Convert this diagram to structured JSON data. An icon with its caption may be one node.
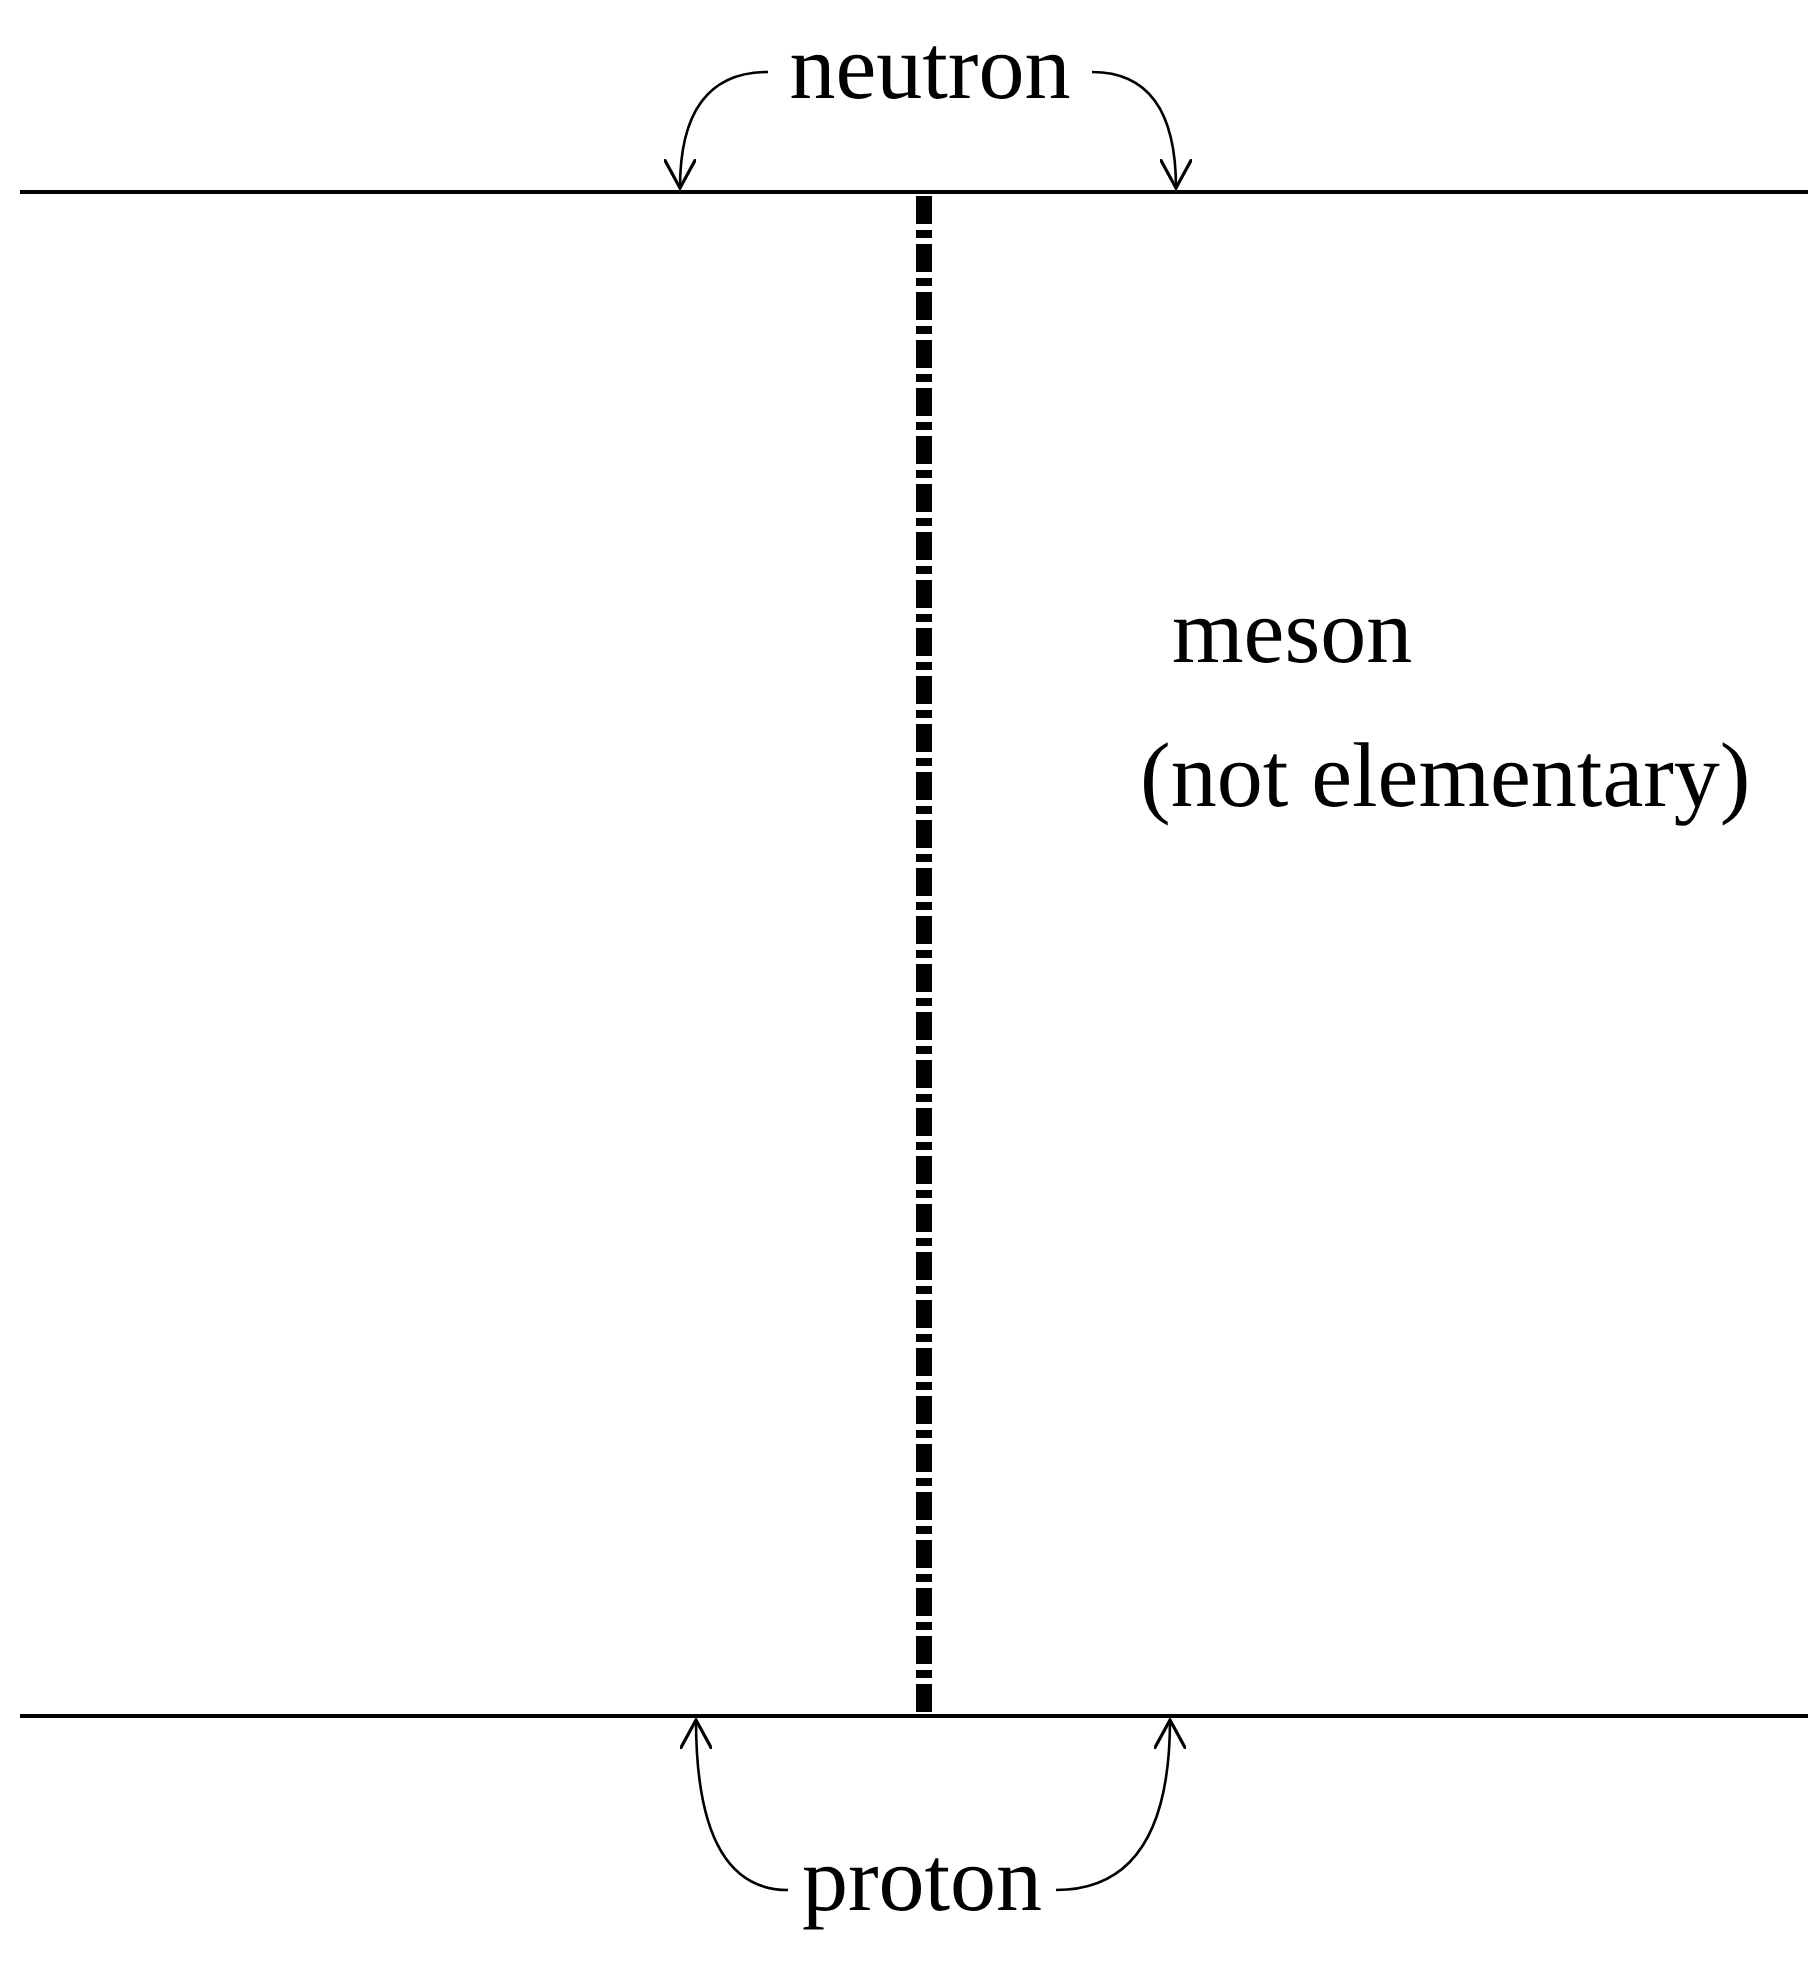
{
  "diagram": {
    "nodes": [
      {
        "text": [
          "neutron"
        ]
      },
      {
        "text": [],
        "shape": "line"
      },
      {
        "text": [],
        "shape": "line"
      },
      {
        "text": [
          "proton"
        ]
      }
    ],
    "edges": [
      {
        "from": 0,
        "to": 1,
        "arrow": "to"
      },
      {
        "from": 0,
        "to": 1,
        "arrow": "to"
      },
      {
        "from": 1,
        "to": 2,
        "arrow": "none",
        "style": "dashed"
      },
      {
        "from": 3,
        "to": 2,
        "arrow": "to"
      },
      {
        "from": 3,
        "to": 2,
        "arrow": "to"
      }
    ],
    "labels": [
      "meson",
      "(not elementary)"
    ]
  }
}
